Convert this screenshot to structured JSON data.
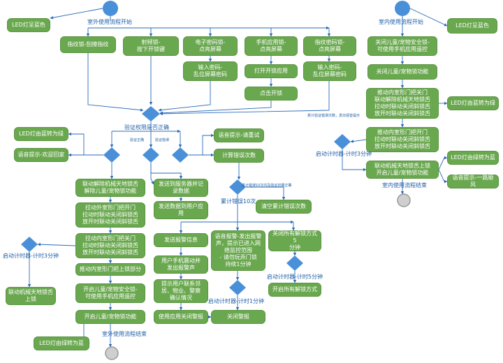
{
  "colors": {
    "box": "#6aa84f",
    "node": "#4a90d9",
    "line": "#2a6bb8",
    "endOuter": "#999999",
    "endInner": "#cfcfcf"
  },
  "nodes": [
    {
      "id": "n1",
      "text": "LED灯呈蓝色"
    },
    {
      "id": "n2",
      "text": "指纹锁-刮擦指纹"
    },
    {
      "id": "n3",
      "text": "射频锁-\n按下开锁键"
    },
    {
      "id": "n4",
      "text": "电子密码锁-\n点亮屏幕"
    },
    {
      "id": "n5",
      "text": "手机应用锁-\n点亮屏幕"
    },
    {
      "id": "n6",
      "text": "指纹密码锁-\n点亮屏幕"
    },
    {
      "id": "n7",
      "text": "输入密码-\n乱位屏幕密码"
    },
    {
      "id": "n8",
      "text": "打开开锁应用"
    },
    {
      "id": "n9",
      "text": "点击开锁"
    },
    {
      "id": "n10",
      "text": "输入密码-\n乱位屏幕密码"
    },
    {
      "id": "n11",
      "text": "LED灯由蓝转为绿"
    },
    {
      "id": "n12",
      "text": "语音提示-欢迎回家"
    },
    {
      "id": "n13",
      "text": "语音提示-请重试"
    },
    {
      "id": "n14",
      "text": "计算错误次数"
    },
    {
      "id": "n15",
      "text": "联动解除机械天地锁舌\n解除儿童/宠物锁功能"
    },
    {
      "id": "n16",
      "text": "拉动外室形门把开门\n拉动时联动关闭斜锁舌\n放开时联动关闭斜锁舌"
    },
    {
      "id": "n17",
      "text": "拉动内室形门把关门\n拉动时联动关闭斜锁舌\n放开时联动关闭斜锁舌"
    },
    {
      "id": "n18",
      "text": "推动内室形门把上锁部分"
    },
    {
      "id": "n19",
      "text": "联动机械天地锁舌\n上锁"
    },
    {
      "id": "n20",
      "text": "开启儿童/宠物安全锁-\n可使用手机应用遥控"
    },
    {
      "id": "n21",
      "text": "开启儿童/宠物锁功能"
    },
    {
      "id": "n22",
      "text": "LED灯由绿转为蓝"
    },
    {
      "id": "n23",
      "text": "发送到服务器并记\n录数据"
    },
    {
      "id": "n24",
      "text": "发送数据到用户应\n用"
    },
    {
      "id": "n25",
      "text": "清空累计错误次数"
    },
    {
      "id": "n26",
      "text": "发送报警信息"
    },
    {
      "id": "n27",
      "text": "用户手机震动并\n发出报警声"
    },
    {
      "id": "n28",
      "text": "提示用户联系邻\n居、物业、警察\n确认情况"
    },
    {
      "id": "n29",
      "text": "使用应用关闭警报"
    },
    {
      "id": "n30",
      "text": "语音报警-发出报警\n声，提示已进入网\n络监控范围\n- 请勿玩弄门锁\n持续1分钟"
    },
    {
      "id": "n31",
      "text": "关闭警报"
    },
    {
      "id": "n32",
      "text": "关闭所有解锁方式5\n分钟"
    },
    {
      "id": "n33",
      "text": "开启所有解锁方式"
    },
    {
      "id": "n34",
      "text": "LED灯呈蓝色"
    },
    {
      "id": "n35",
      "text": "关闭儿童/宠物安全锁-\n可使用手机应用遥控"
    },
    {
      "id": "n36",
      "text": "关闭儿童/宠物锁功能"
    },
    {
      "id": "n37",
      "text": "推动内室形门把关门\n联动解除机械天地锁舌\n拉动时联动关闭斜锁舌\n放开时联动关闭斜锁舌"
    },
    {
      "id": "n38",
      "text": "LED灯由蓝转为绿"
    },
    {
      "id": "n39",
      "text": "推动内室形门把开门\n拉动时联动关闭斜锁舌\n放开时联动关闭斜锁舌"
    },
    {
      "id": "n40",
      "text": "联动机械天地锁舌上锁\n开启儿童/宠物锁功能"
    },
    {
      "id": "n41",
      "text": "LED灯由绿转为蓝"
    },
    {
      "id": "n42",
      "text": "语音提示-一路顺风"
    }
  ],
  "labels": [
    {
      "id": "l1",
      "text": "室外使用流程开始"
    },
    {
      "id": "l2",
      "text": "验证权限是否正确"
    },
    {
      "id": "l3",
      "text": "验证正确"
    },
    {
      "id": "l4",
      "text": "验证错误"
    },
    {
      "id": "l5",
      "text": "累计错误10次内及验证初期正确"
    },
    {
      "id": "l6",
      "text": "累计错误10次"
    },
    {
      "id": "l7",
      "text": "启动计时器-计时3分钟"
    },
    {
      "id": "l8",
      "text": "启动计时器-计时1分钟"
    },
    {
      "id": "l9",
      "text": "启动计时器-计时5分钟"
    },
    {
      "id": "l10",
      "text": "室外使用流程结束"
    },
    {
      "id": "l11",
      "text": "室内使用流程开始"
    },
    {
      "id": "l12",
      "text": "启动计时器-计时3分钟"
    },
    {
      "id": "l13",
      "text": "室内使用流程结束"
    },
    {
      "id": "l14",
      "text": "累计验证错误次数，发出视音提示"
    }
  ]
}
